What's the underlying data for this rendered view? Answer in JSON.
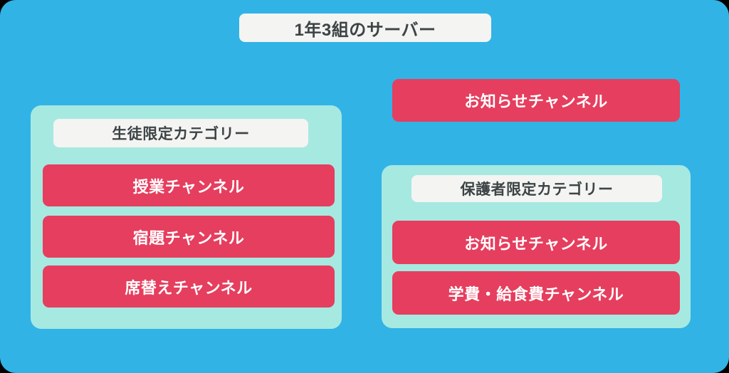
{
  "theme": {
    "background": "#32B3E6",
    "panel": "#A6E9E1",
    "header_pill": "#F4F4F2",
    "channel": "#E63E5E",
    "text_dark": "#3D4446",
    "text_light": "#FFFFFF"
  },
  "server": {
    "title": "1年3組のサーバー"
  },
  "standalone_channels": [
    {
      "label": "お知らせチャンネル"
    }
  ],
  "categories": [
    {
      "id": "students",
      "header": "生徒限定カテゴリー",
      "channels": [
        {
          "label": "授業チャンネル"
        },
        {
          "label": "宿題チャンネル"
        },
        {
          "label": "席替えチャンネル"
        }
      ]
    },
    {
      "id": "guardians",
      "header": "保護者限定カテゴリー",
      "channels": [
        {
          "label": "お知らせチャンネル"
        },
        {
          "label": "学費・給食費チャンネル"
        }
      ]
    }
  ]
}
